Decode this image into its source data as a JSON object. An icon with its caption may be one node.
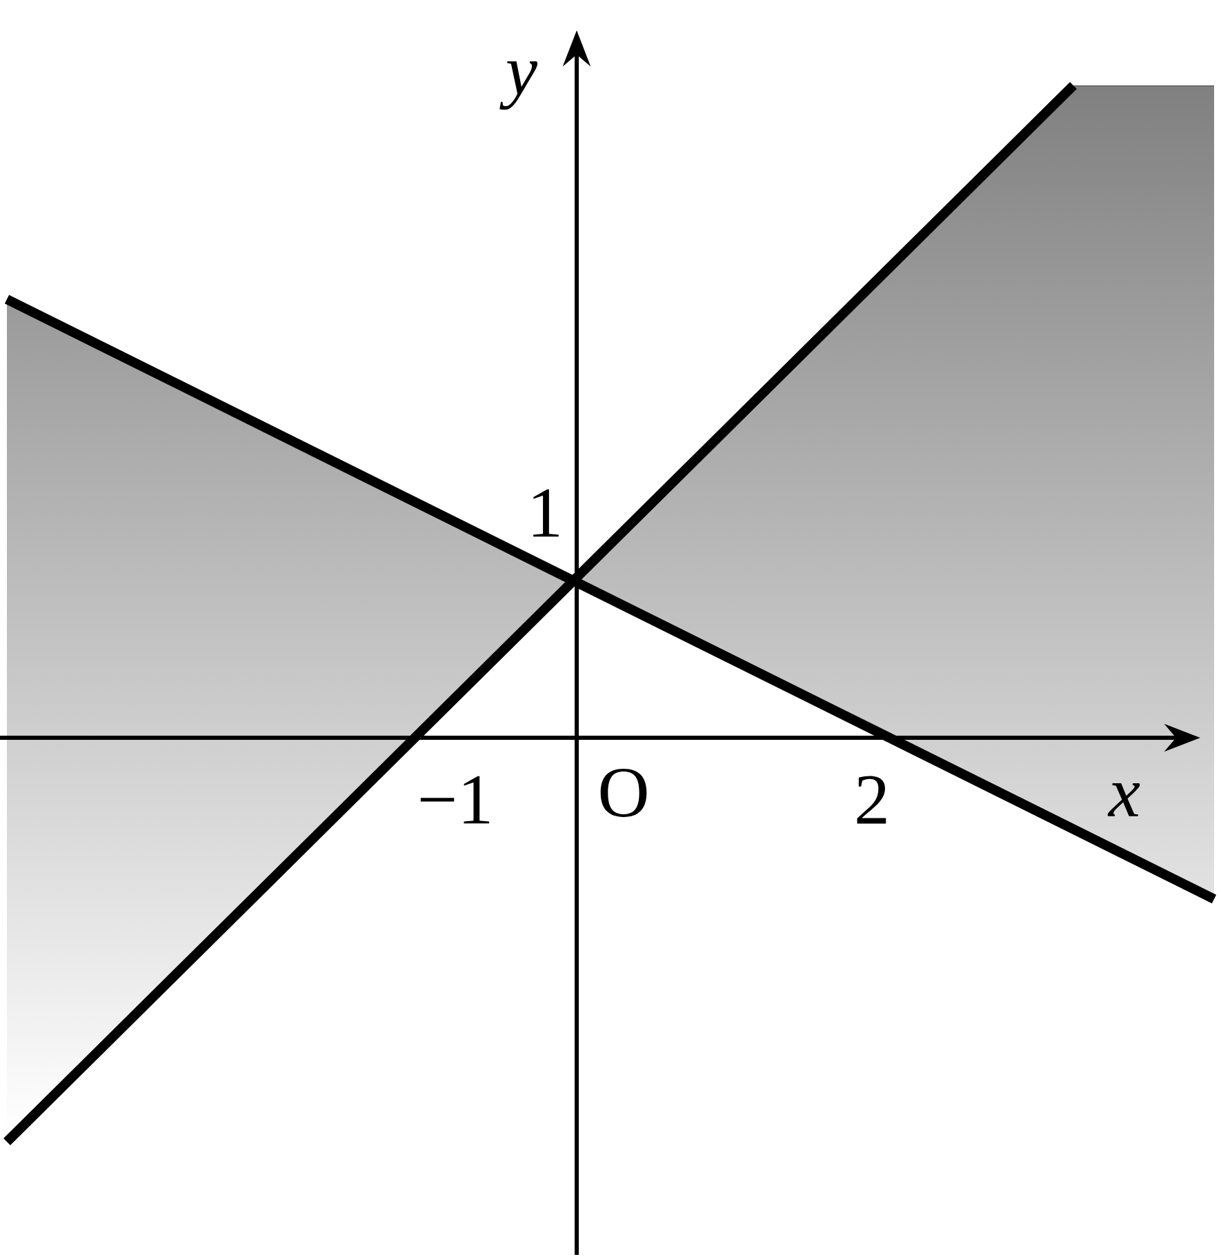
{
  "diagram": {
    "labels": [
      "y",
      "1",
      "−1",
      "O",
      "2",
      "x"
    ]
  }
}
